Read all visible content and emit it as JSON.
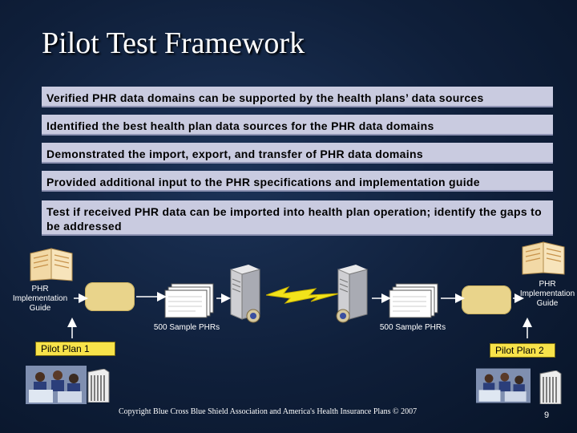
{
  "title": "Pilot Test Framework",
  "bars": [
    "Verified PHR data domains can be supported by the health plans’ data sources",
    "Identified the best health plan data sources for the PHR data domains",
    "Demonstrated the import, export, and transfer of PHR data domains",
    "Provided additional input to the PHR specifications and implementation guide",
    "Test if received PHR data can be imported into health plan operation; identify the gaps to be addressed"
  ],
  "left": {
    "guide_label": "PHR Implementation Guide",
    "samples_label": "500 Sample PHRs",
    "plan_label": "Pilot Plan 1"
  },
  "right": {
    "guide_label": "PHR Implementation Guide",
    "samples_label": "500 Sample PHRs",
    "plan_label": "Pilot Plan 2"
  },
  "footer": {
    "copyright": "Copyright Blue Cross Blue Shield Association and America's Health Insurance Plans © 2007",
    "page_number": "9"
  },
  "colors": {
    "background": "#0f1f3a",
    "bar": "#c9cbe0",
    "plan_box": "#f8e34a",
    "software_box": "#e9d48b"
  }
}
